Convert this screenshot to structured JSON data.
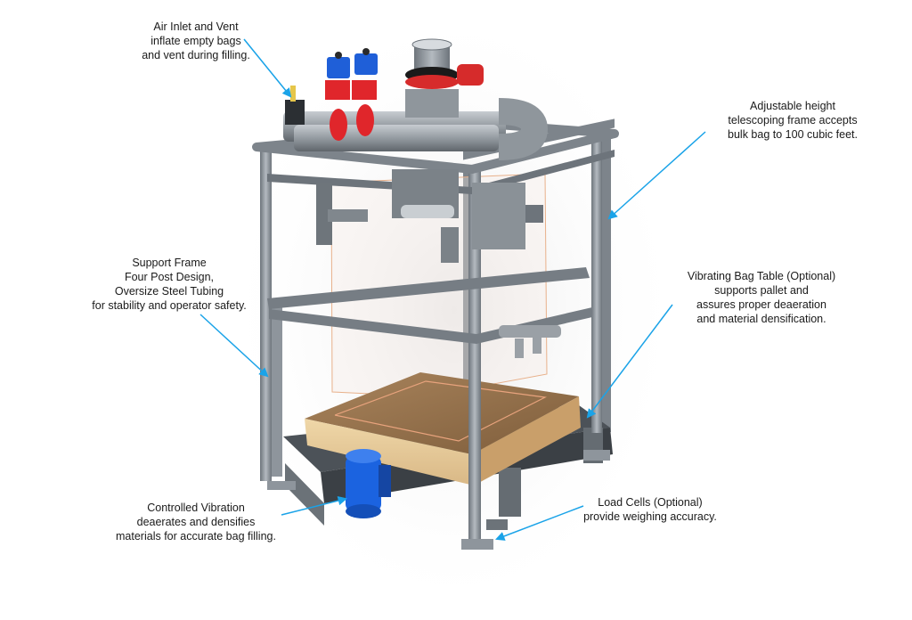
{
  "colors": {
    "frame": "#8e959c",
    "frame_dark": "#5d6369",
    "pipe": "#9aa0a6",
    "valve_red": "#e0262b",
    "actuator_blue": "#1f5fd8",
    "pallet": "#c9a57a",
    "arrow": "#1aa3e8",
    "motor_blue": "#1b63e0"
  },
  "callouts": {
    "air_inlet": [
      "Air Inlet and Vent",
      "inflate empty bags",
      "and vent during filling."
    ],
    "adjustable_height": [
      "Adjustable  height",
      "telescoping frame accepts",
      "bulk bag to 100 cubic feet."
    ],
    "support_frame": [
      "Support Frame",
      "Four Post Design,",
      "Oversize Steel Tubing",
      "for stability and operator safety."
    ],
    "vibrating_table": [
      "Vibrating Bag Table (Optional)",
      "supports pallet and",
      "assures proper deaeration",
      "and material densification."
    ],
    "controlled_vibration": [
      "Controlled Vibration",
      "deaerates and densifies",
      "materials for accurate bag filling."
    ],
    "load_cells": [
      "Load Cells (Optional)",
      "provide weighing accuracy."
    ]
  }
}
